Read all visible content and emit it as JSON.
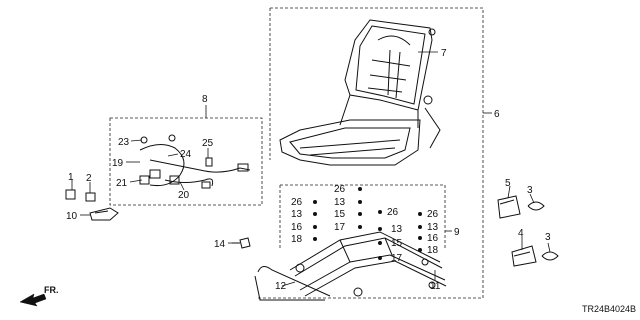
{
  "labels": {
    "p1": "1",
    "p2": "2",
    "p3a": "3",
    "p3b": "3",
    "p4": "4",
    "p5": "5",
    "p6": "6",
    "p7": "7",
    "p8": "8",
    "p9": "9",
    "p10": "10",
    "p11": "11",
    "p12": "12",
    "p14": "14",
    "p19": "19",
    "p20": "20",
    "p21": "21",
    "p23": "23",
    "p24": "24",
    "p25": "25",
    "bolts_left": [
      "26",
      "13",
      "16",
      "18"
    ],
    "bolts_mid": [
      "26",
      "13",
      "15",
      "17"
    ],
    "bolts_mid2": [
      "26",
      "13",
      "15",
      "17"
    ],
    "bolts_right": [
      "26",
      "13",
      "16",
      "18"
    ]
  },
  "front_marker": "FR.",
  "diagram_code": "TR24B4024B"
}
